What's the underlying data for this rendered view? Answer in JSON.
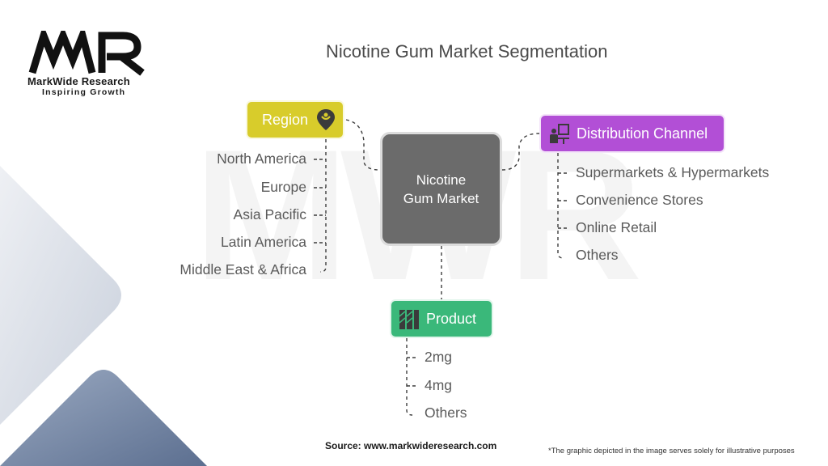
{
  "brand": {
    "logo_text": "MWR",
    "name": "MarkWide Research",
    "tagline": "Inspiring Growth"
  },
  "title": "Nicotine Gum Market Segmentation",
  "center": {
    "label": "Nicotine\nGum Market"
  },
  "categories": {
    "region": {
      "label": "Region",
      "icon": "map-pin-icon",
      "color": "#d8cc2b",
      "items": [
        "North America",
        "Europe",
        "Asia Pacific",
        "Latin America",
        "Middle East & Africa"
      ]
    },
    "distribution": {
      "label": "Distribution Channel",
      "icon": "store-person-icon",
      "color": "#b24fd6",
      "items": [
        "Supermarkets & Hypermarkets",
        "Convenience Stores",
        "Online Retail",
        "Others"
      ]
    },
    "product": {
      "label": "Product",
      "icon": "product-bars-icon",
      "color": "#3ab87a",
      "items": [
        "2mg",
        "4mg",
        "Others"
      ]
    }
  },
  "source": "Source: www.markwideresearch.com",
  "disclaimer": "*The graphic depicted in the image serves solely for illustrative purposes"
}
